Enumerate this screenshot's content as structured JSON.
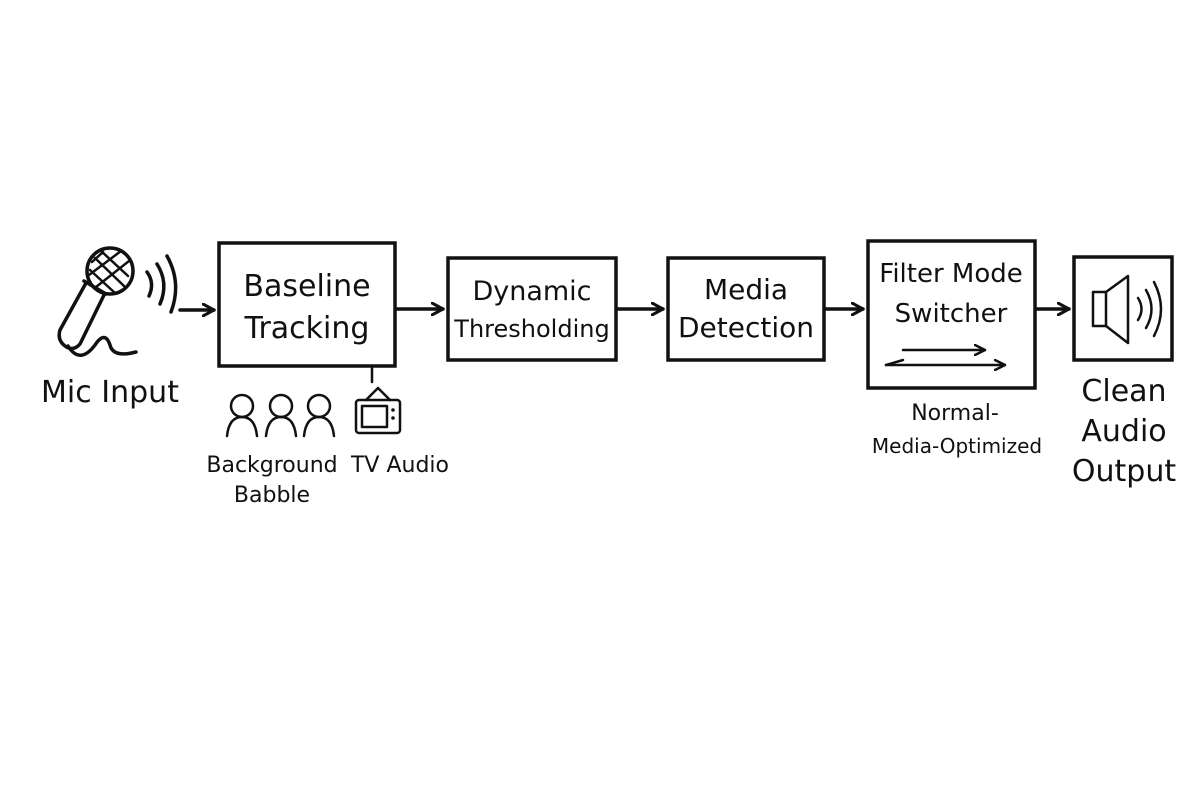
{
  "nodes": {
    "mic_input": {
      "label": "Mic Input",
      "icon": "microphone-icon"
    },
    "baseline_tracking": {
      "line1": "Baseline",
      "line2": "Tracking"
    },
    "background_babble": {
      "line1": "Background",
      "line2": "Babble",
      "icon": "people-icon"
    },
    "tv_audio": {
      "label": "TV Audio",
      "icon": "tv-icon"
    },
    "dynamic_thresholding": {
      "line1": "Dynamic",
      "line2": "Thresholding"
    },
    "media_detection": {
      "line1": "Media",
      "line2": "Detection"
    },
    "filter_mode_switcher": {
      "line1": "Filter Mode",
      "line2": "Switcher"
    },
    "mode_caption": {
      "line1": "Normal-",
      "line2": "Media-Optimized"
    },
    "clean_audio_output": {
      "line1": "Clean",
      "line2": "Audio",
      "line3": "Output",
      "icon": "speaker-icon"
    }
  },
  "colors": {
    "ink": "#111111",
    "background": "#ffffff"
  }
}
